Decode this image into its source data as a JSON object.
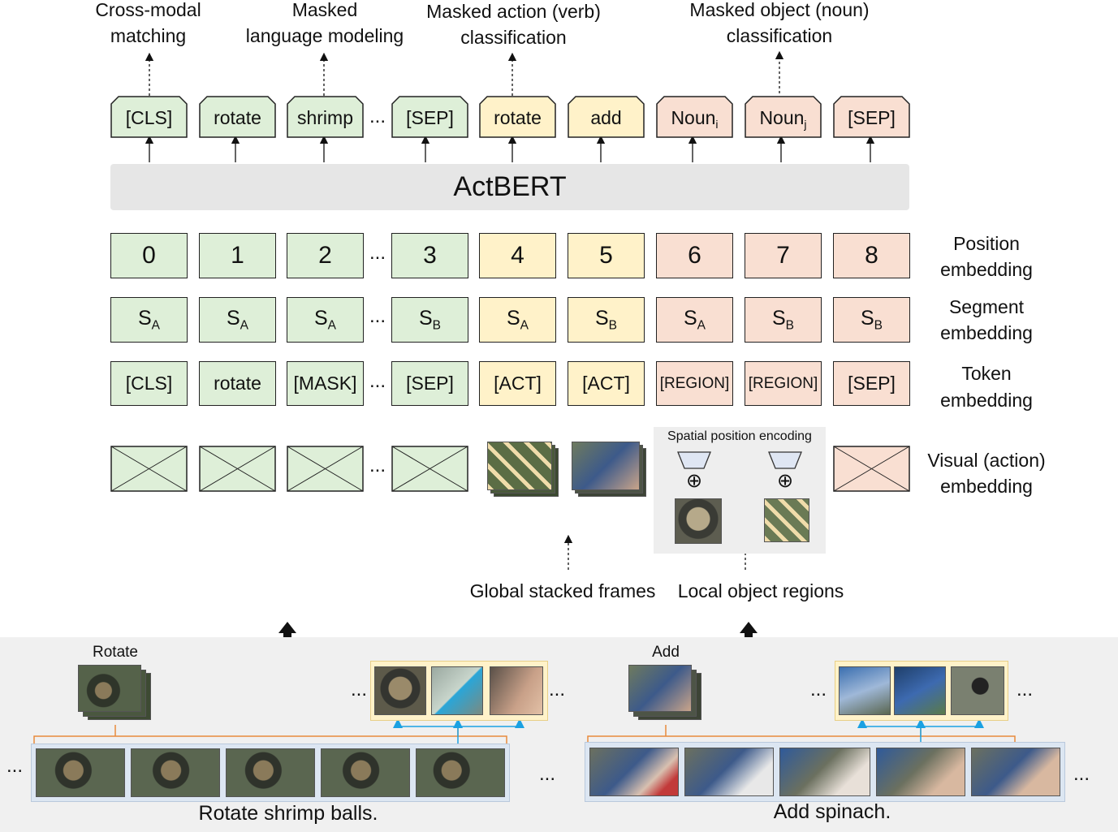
{
  "heads": {
    "h1": [
      "Cross-modal",
      "matching"
    ],
    "h2": [
      "Masked",
      "language modeling"
    ],
    "h3": [
      "Masked action (verb)",
      "classification"
    ],
    "h4": [
      "Masked object (noun)",
      "classification"
    ]
  },
  "outputs": [
    "[CLS]",
    "rotate",
    "shrimp",
    "[SEP]",
    "rotate",
    "add",
    "Noun",
    "Noun",
    "[SEP]"
  ],
  "output_subs": [
    "i",
    "j"
  ],
  "model_name": "ActBERT",
  "positions": [
    "0",
    "1",
    "2",
    "3",
    "4",
    "5",
    "6",
    "7",
    "8"
  ],
  "segments": [
    "A",
    "A",
    "A",
    "B",
    "A",
    "B",
    "A",
    "B",
    "B"
  ],
  "segment_letter": "S",
  "tokens": [
    "[CLS]",
    "rotate",
    "[MASK]",
    "[SEP]",
    "[ACT]",
    "[ACT]",
    "[REGION]",
    "[REGION]",
    "[SEP]"
  ],
  "ellipsis": "...",
  "row_labels": {
    "position": [
      "Position",
      "embedding"
    ],
    "segment": [
      "Segment",
      "embedding"
    ],
    "token": [
      "Token",
      "embedding"
    ],
    "visual": [
      "Visual (action)",
      "embedding"
    ]
  },
  "spatial_label": "Spatial position encoding",
  "oplus": "⊕",
  "global_label": "Global stacked frames",
  "local_label": "Local object regions",
  "clip1": {
    "verb": "Rotate",
    "caption": "Rotate shrimp balls."
  },
  "clip2": {
    "verb": "Add",
    "caption": "Add spinach."
  },
  "colors": {
    "text_tokens": "#deefd8",
    "action_tokens": "#fff2c9",
    "region_tokens": "#f9dfd2",
    "model_bar": "#e6e6e6",
    "bottom_panel": "#f0f0f0",
    "orange_connector": "#e88a3c",
    "blue_arrow": "#1ba1e2"
  }
}
